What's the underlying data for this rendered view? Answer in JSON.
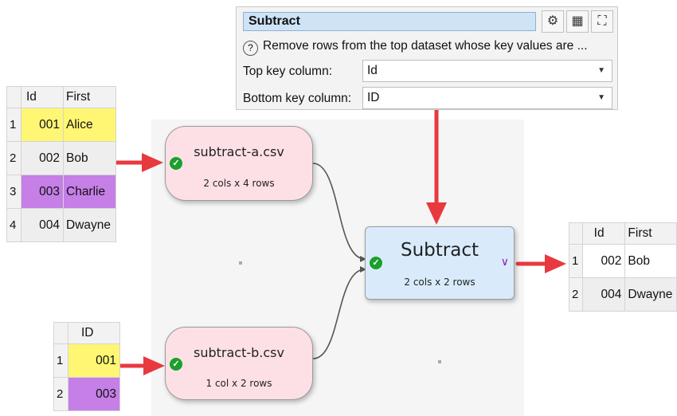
{
  "panel": {
    "title": "Subtract",
    "description": "Remove rows from the top dataset whose key values are ...",
    "help_icon": "question-mark-icon",
    "buttons": [
      {
        "name": "gear-icon",
        "glyph": "⚙"
      },
      {
        "name": "table-icon",
        "glyph": "▦"
      },
      {
        "name": "maximize-icon",
        "glyph": "⛶"
      }
    ],
    "top_key_label": "Top key column:",
    "top_key_value": "Id",
    "bottom_key_label": "Bottom key column:",
    "bottom_key_value": "ID"
  },
  "table_a": {
    "headers": [
      "Id",
      "First"
    ],
    "rows": [
      {
        "n": "1",
        "id": "001",
        "first": "Alice"
      },
      {
        "n": "2",
        "id": "002",
        "first": "Bob"
      },
      {
        "n": "3",
        "id": "003",
        "first": "Charlie"
      },
      {
        "n": "4",
        "id": "004",
        "first": "Dwayne"
      }
    ]
  },
  "table_b": {
    "headers": [
      "ID"
    ],
    "rows": [
      {
        "n": "1",
        "id": "001"
      },
      {
        "n": "2",
        "id": "003"
      }
    ]
  },
  "table_out": {
    "headers": [
      "Id",
      "First"
    ],
    "rows": [
      {
        "n": "1",
        "id": "002",
        "first": "Bob"
      },
      {
        "n": "2",
        "id": "004",
        "first": "Dwayne"
      }
    ]
  },
  "nodes": {
    "a": {
      "title": "subtract-a.csv",
      "sub": "2 cols x 4 rows"
    },
    "b": {
      "title": "subtract-b.csv",
      "sub": "1 col x 2 rows"
    },
    "subtract": {
      "title": "Subtract",
      "sub": "2 cols x 2 rows",
      "caret": "∨"
    }
  },
  "colors": {
    "arrow": "#e8393f",
    "connector": "#555555",
    "input_node": "#fde0e6",
    "transform_node": "#d9ebfb",
    "highlight_yellow": "#fff674",
    "highlight_purple": "#c57fe6",
    "status_ok": "#1aa02c"
  }
}
